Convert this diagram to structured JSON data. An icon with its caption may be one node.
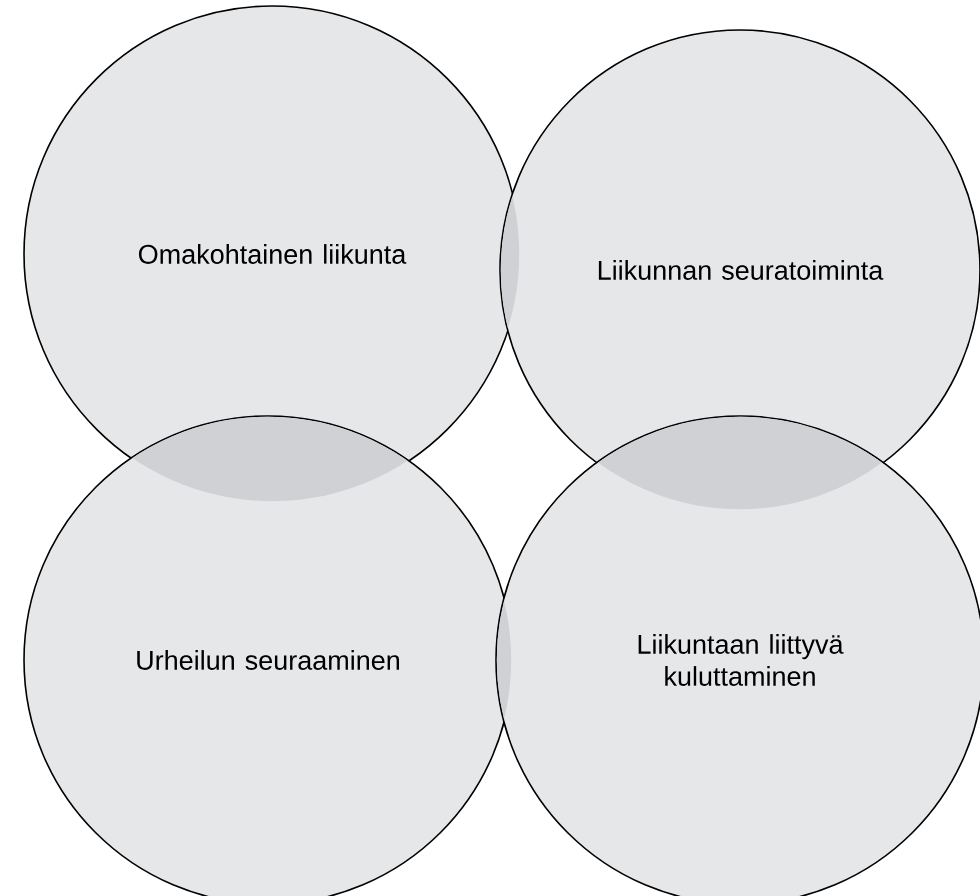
{
  "diagram": {
    "nodes": [
      {
        "text": [
          "Omakohtainen liikunta"
        ]
      },
      {
        "text": [
          "Liikunnan seuratoiminta"
        ]
      },
      {
        "text": [
          "Urheilun seuraaminen"
        ]
      },
      {
        "text": [
          "Liikuntaan liittyvä kuluttaminen"
        ]
      }
    ]
  }
}
